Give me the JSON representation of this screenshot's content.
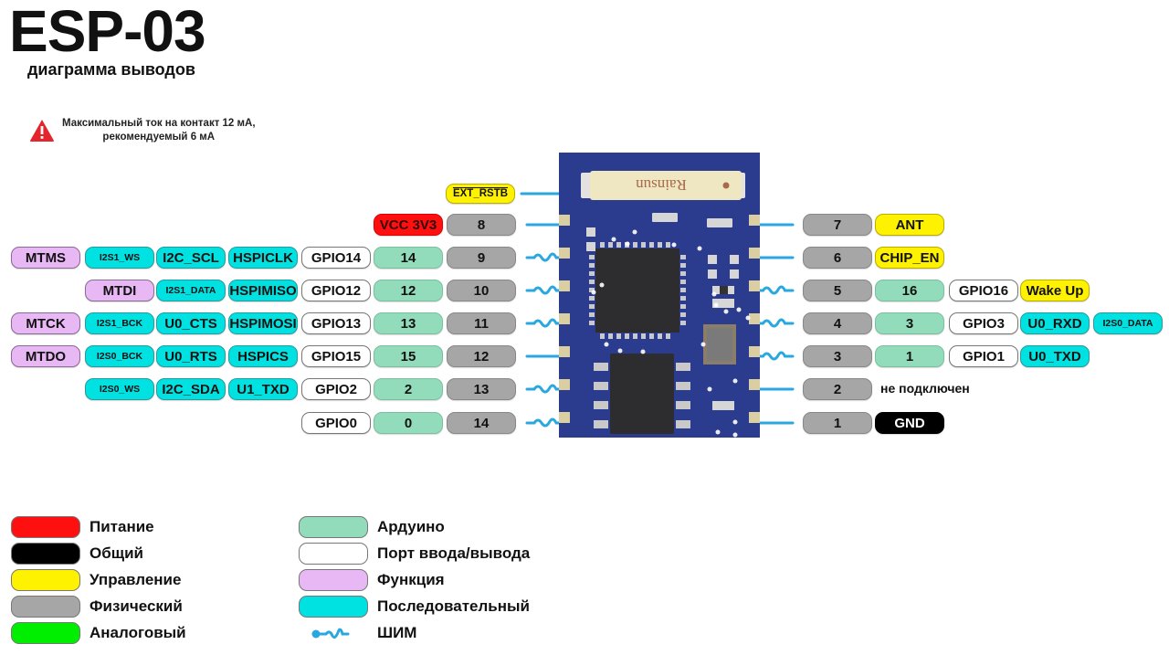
{
  "header": {
    "title": "ESP-03",
    "subtitle": "диаграмма выводов"
  },
  "warning": {
    "icon": "warning-triangle-icon",
    "line1": "Максимальный ток на контакт 12 мА,",
    "line2": "рекомендуемый 6 мА"
  },
  "module": {
    "antenna_brand": "Rainsun",
    "board_color": "#2b3c8f"
  },
  "colors": {
    "power": "#ff1010",
    "ground": "#000000",
    "control": "#fff200",
    "physical": "#a6a6a6",
    "analog": "#00ee00",
    "arduino": "#92dcbc",
    "io_port": "#ffffff",
    "function": "#e8b8f5",
    "serial": "#00e1e1",
    "pwm_line": "#29a8e0"
  },
  "left_pins": {
    "ext_rstb": "EXT_RSTB",
    "rows": [
      {
        "physical": "8",
        "power": "VCC 3V3",
        "pwm": false
      },
      {
        "physical": "9",
        "arduino": "14",
        "gpio": "GPIO14",
        "serial": [
          "HSPICLK",
          "I2C_SCL",
          "I2S1_WS"
        ],
        "function": "MTMS",
        "pwm": true
      },
      {
        "physical": "10",
        "arduino": "12",
        "gpio": "GPIO12",
        "serial": [
          "HSPIMISO",
          "I2S1_DATA"
        ],
        "function": "MTDI",
        "pwm": true
      },
      {
        "physical": "11",
        "arduino": "13",
        "gpio": "GPIO13",
        "serial": [
          "HSPIMOSI",
          "U0_CTS",
          "I2S1_BCK"
        ],
        "function": "MTCK",
        "pwm": true
      },
      {
        "physical": "12",
        "arduino": "15",
        "gpio": "GPIO15",
        "serial": [
          "HSPICS",
          "U0_RTS",
          "I2S0_BCK"
        ],
        "function": "MTDO",
        "pwm": false
      },
      {
        "physical": "13",
        "arduino": "2",
        "gpio": "GPIO2",
        "serial": [
          "U1_TXD",
          "I2C_SDA",
          "I2S0_WS"
        ],
        "pwm": true
      },
      {
        "physical": "14",
        "arduino": "0",
        "gpio": "GPIO0",
        "serial": [],
        "pwm": true
      }
    ]
  },
  "right_pins": {
    "rows": [
      {
        "physical": "7",
        "control": "ANT",
        "pwm": false
      },
      {
        "physical": "6",
        "control": "CHIP_EN",
        "pwm": false
      },
      {
        "physical": "5",
        "arduino": "16",
        "gpio": "GPIO16",
        "control": "Wake Up",
        "pwm": true
      },
      {
        "physical": "4",
        "arduino": "3",
        "gpio": "GPIO3",
        "serial": [
          "U0_RXD",
          "I2S0_DATA"
        ],
        "pwm": true
      },
      {
        "physical": "3",
        "arduino": "1",
        "gpio": "GPIO1",
        "serial": [
          "U0_TXD"
        ],
        "pwm": true
      },
      {
        "physical": "2",
        "note": "не подключен",
        "pwm": false
      },
      {
        "physical": "1",
        "ground": "GND",
        "pwm": false
      }
    ]
  },
  "legend": [
    {
      "key": "power",
      "label": "Питание",
      "color": "#ff1010"
    },
    {
      "key": "ground",
      "label": "Общий",
      "color": "#000000"
    },
    {
      "key": "control",
      "label": "Управление",
      "color": "#fff200"
    },
    {
      "key": "physical",
      "label": "Физический",
      "color": "#a6a6a6"
    },
    {
      "key": "analog",
      "label": "Аналоговый",
      "color": "#00ee00"
    },
    {
      "key": "arduino",
      "label": "Ардуино",
      "color": "#92dcbc"
    },
    {
      "key": "io_port",
      "label": "Порт ввода/вывода",
      "color": "#ffffff"
    },
    {
      "key": "function",
      "label": "Функция",
      "color": "#e8b8f5"
    },
    {
      "key": "serial",
      "label": "Последовательный",
      "color": "#00e1e1"
    },
    {
      "key": "pwm",
      "label": "ШИМ",
      "icon": "pwm-wave-icon"
    }
  ]
}
